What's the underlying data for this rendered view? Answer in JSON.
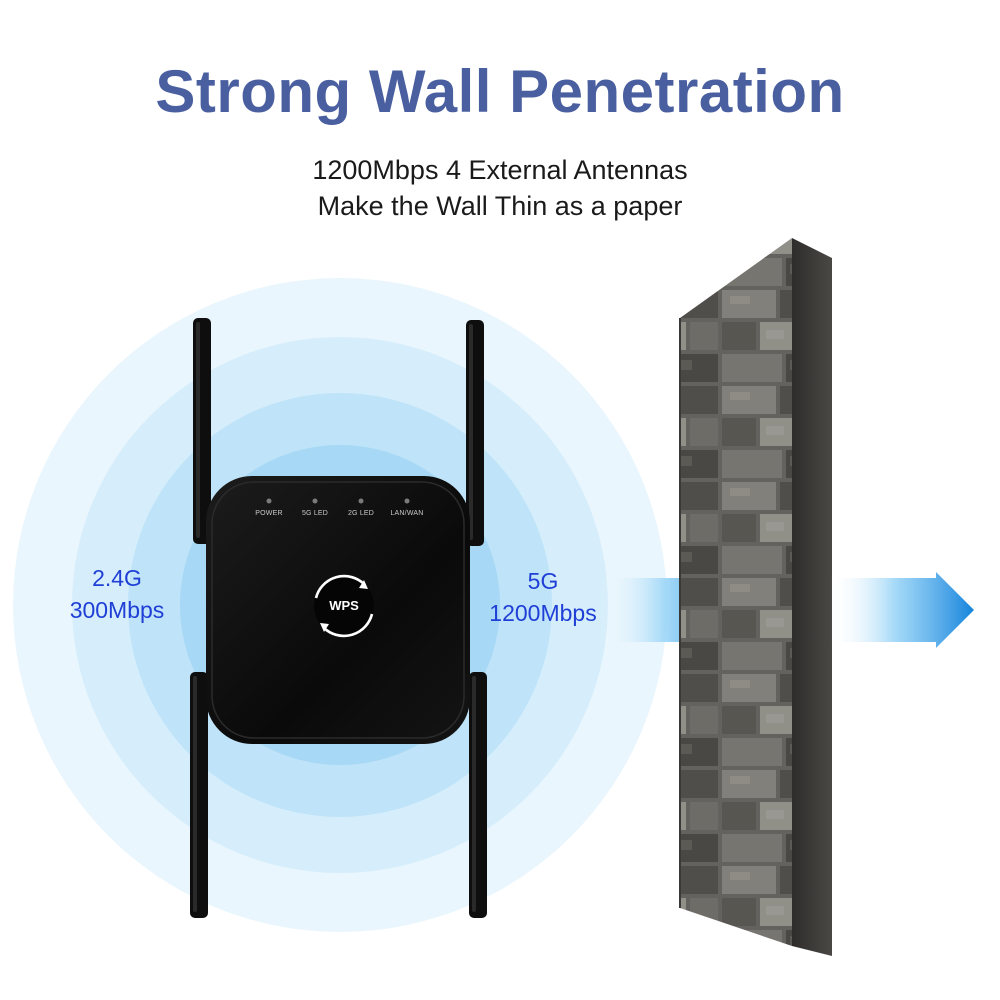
{
  "headline": "Strong Wall Penetration",
  "subline_1": "1200Mbps 4 External Antennas",
  "subline_2": "Make the Wall Thin as a paper",
  "bands": {
    "band_24": {
      "name": "2.4G",
      "speed": "300Mbps"
    },
    "band_5": {
      "name": "5G",
      "speed": "1200Mbps"
    }
  },
  "device": {
    "led_labels": [
      "POWER",
      "5G LED",
      "2G LED",
      "LAN/WAN"
    ],
    "button_label": "WPS"
  },
  "colors": {
    "headline": "#4a5fa0",
    "band_text": "#1f3fd6",
    "signal_blue": "#7cc4ef",
    "arrow_blue": "#1e8fe0",
    "device_body": "#0d0d0d",
    "wall_stone": "#6f6d68"
  }
}
